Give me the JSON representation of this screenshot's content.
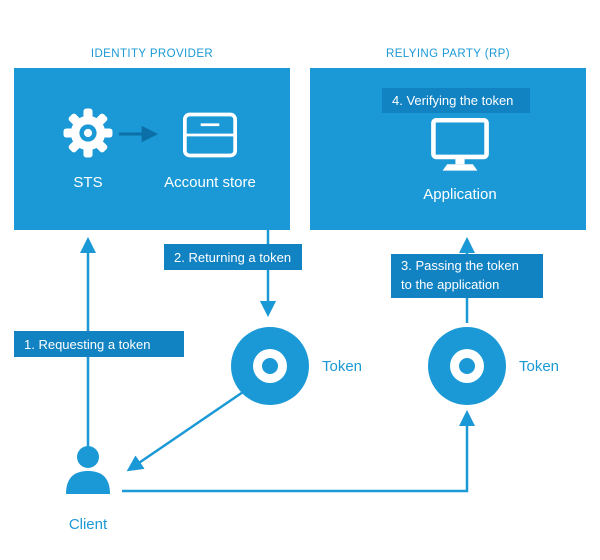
{
  "colors": {
    "primary_blue": "#1A99D6",
    "step_label_blue": "#1182C2",
    "inner_arrow_blue": "#0D6FA8",
    "white": "#FFFFFF"
  },
  "identity_provider": {
    "heading": "IDENTITY PROVIDER",
    "sts_label": "STS",
    "account_store_label": "Account store"
  },
  "relying_party": {
    "heading": "RELYING PARTY (RP)",
    "step4_label": "4. Verifying the token",
    "application_label": "Application"
  },
  "steps": {
    "step1": "1. Requesting a token",
    "step2": "2. Returning a token",
    "step3": "3. Passing the token to the application"
  },
  "tokens": {
    "token1_label": "Token",
    "token2_label": "Token"
  },
  "client": {
    "label": "Client"
  }
}
